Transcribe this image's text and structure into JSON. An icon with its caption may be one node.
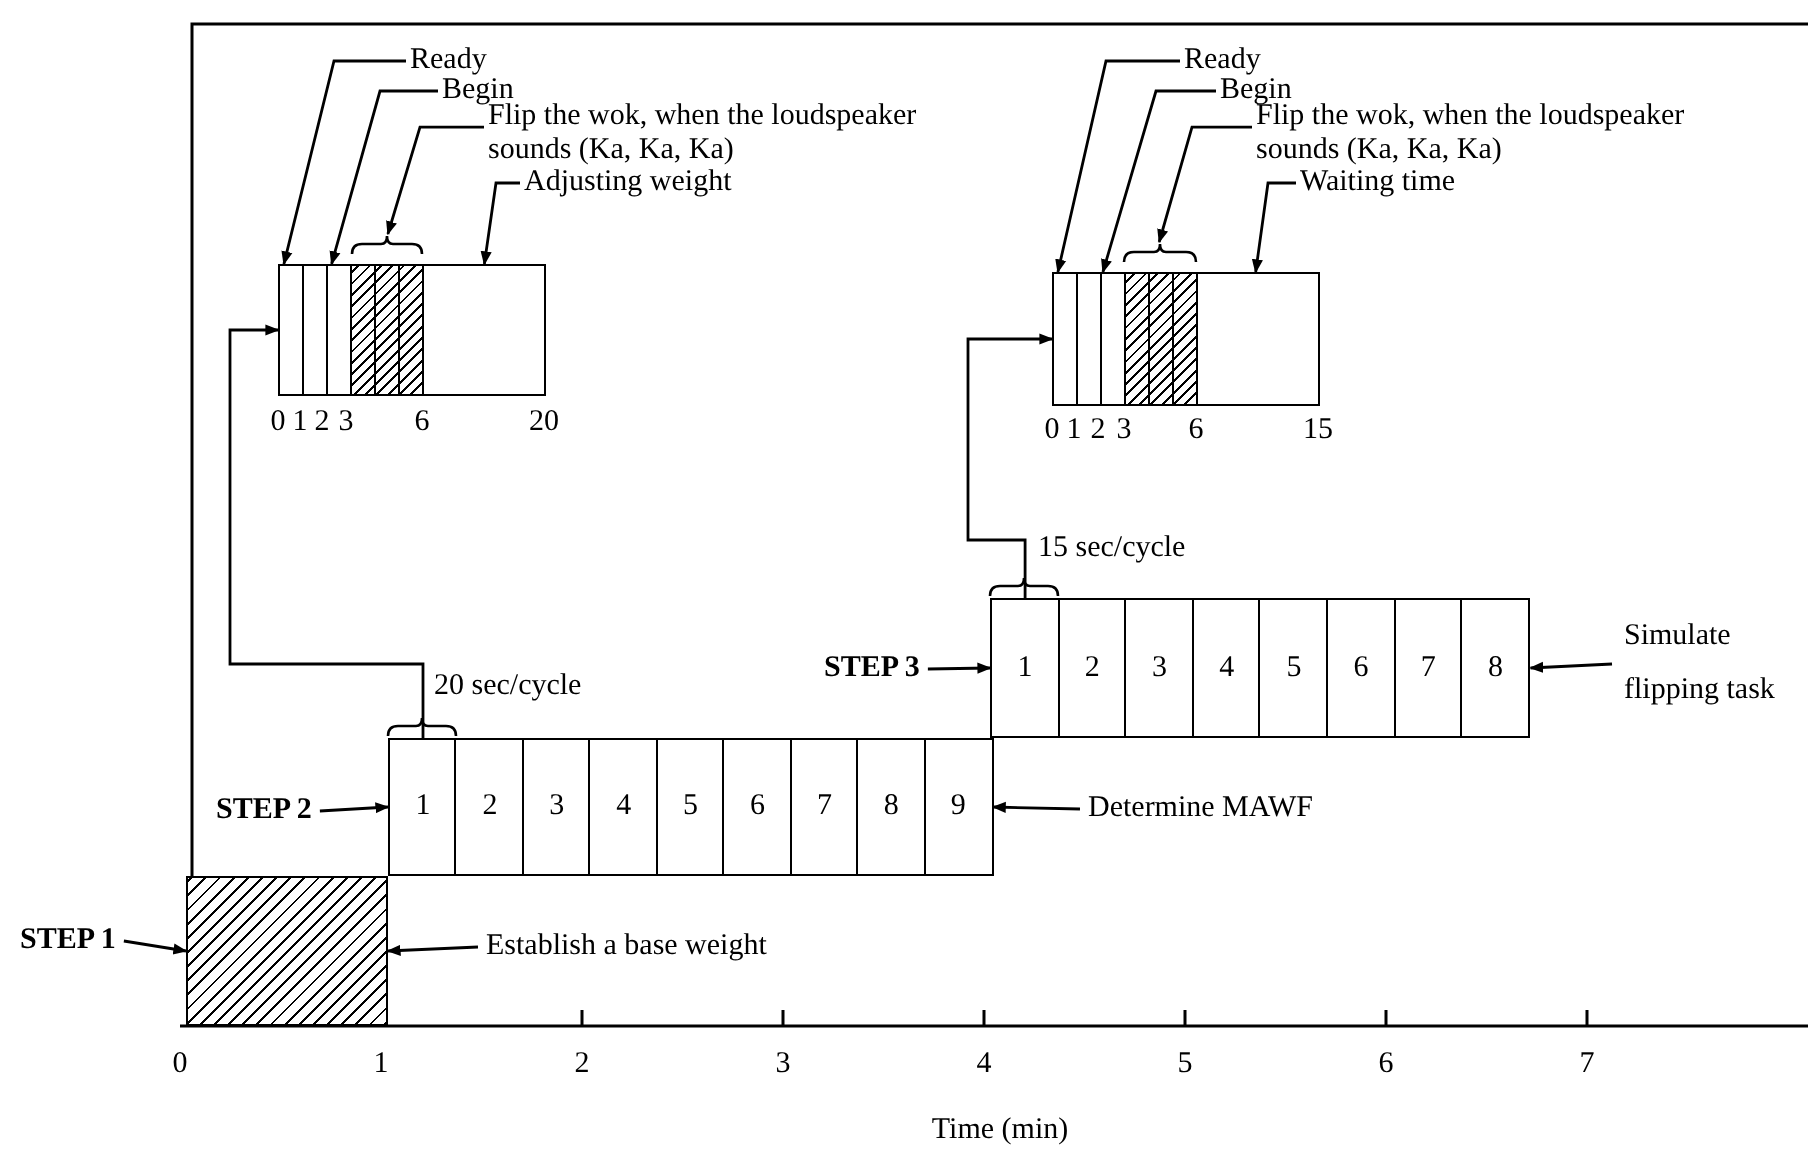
{
  "diagram": {
    "nodes": [
      {
        "text": [
          "STEP 1"
        ]
      },
      {
        "text": [],
        "shape": "box"
      },
      {
        "text": [
          "Establish a base weight"
        ]
      },
      {
        "text": [
          "STEP 2"
        ]
      },
      {
        "text": [
          "1"
        ]
      },
      {
        "text": [
          "2"
        ]
      },
      {
        "text": [
          "3"
        ]
      },
      {
        "text": [
          "4"
        ]
      },
      {
        "text": [
          "5"
        ]
      },
      {
        "text": [
          "6"
        ]
      },
      {
        "text": [
          "7"
        ]
      },
      {
        "text": [
          "8"
        ]
      },
      {
        "text": [
          "9"
        ]
      },
      {
        "text": [
          "Determine MAWF"
        ]
      },
      {
        "text": [
          "STEP 3"
        ]
      },
      {
        "text": [
          "1"
        ]
      },
      {
        "text": [
          "2"
        ]
      },
      {
        "text": [
          "3"
        ]
      },
      {
        "text": [
          "4"
        ]
      },
      {
        "text": [
          "5"
        ]
      },
      {
        "text": [
          "6"
        ]
      },
      {
        "text": [
          "7"
        ]
      },
      {
        "text": [
          "8"
        ]
      },
      {
        "text": [
          "Simulate flipping task"
        ]
      },
      {
        "text": [],
        "shape": "bar"
      },
      {
        "text": [
          "Ready"
        ]
      },
      {
        "text": [
          "Begin"
        ]
      },
      {
        "text": [
          "Flip the wok, when the loudspeaker sounds (Ka, Ka, Ka)"
        ]
      },
      {
        "text": [
          "Adjusting weight"
        ]
      },
      {
        "text": [],
        "shape": "bar"
      },
      {
        "text": [
          "Ready"
        ]
      },
      {
        "text": [
          "Begin"
        ]
      },
      {
        "text": [
          "Flip the wok, when the loudspeaker sounds (Ka, Ka, Ka)"
        ]
      },
      {
        "text": [
          "Waiting time"
        ]
      }
    ],
    "edges": [
      {
        "from": 0,
        "to": 1,
        "arrow": "to"
      },
      {
        "from": 2,
        "to": 1,
        "arrow": "to"
      },
      {
        "from": 3,
        "to": 4,
        "arrow": "to"
      },
      {
        "from": 13,
        "to": 12,
        "arrow": "to"
      },
      {
        "from": 14,
        "to": 15,
        "arrow": "to"
      },
      {
        "from": 23,
        "to": 22,
        "arrow": "to"
      },
      {
        "from": 4,
        "to": 24,
        "arrow": "to",
        "label": "20 sec/cycle"
      },
      {
        "from": 15,
        "to": 29,
        "arrow": "to",
        "label": "15 sec/cycle"
      },
      {
        "from": 25,
        "to": 24,
        "arrow": "to"
      },
      {
        "from": 26,
        "to": 24,
        "arrow": "to"
      },
      {
        "from": 27,
        "to": 24,
        "arrow": "to"
      },
      {
        "from": 28,
        "to": 24,
        "arrow": "to"
      },
      {
        "from": 30,
        "to": 29,
        "arrow": "to"
      },
      {
        "from": 31,
        "to": 29,
        "arrow": "to"
      },
      {
        "from": 32,
        "to": 29,
        "arrow": "to"
      },
      {
        "from": 33,
        "to": 29,
        "arrow": "to"
      }
    ],
    "labels": [
      "0",
      "1",
      "2",
      "3",
      "6",
      "20",
      "0",
      "1",
      "2",
      "3",
      "6",
      "15",
      "0",
      "1",
      "2",
      "3",
      "4",
      "5",
      "6",
      "7",
      "Time (min)"
    ]
  }
}
